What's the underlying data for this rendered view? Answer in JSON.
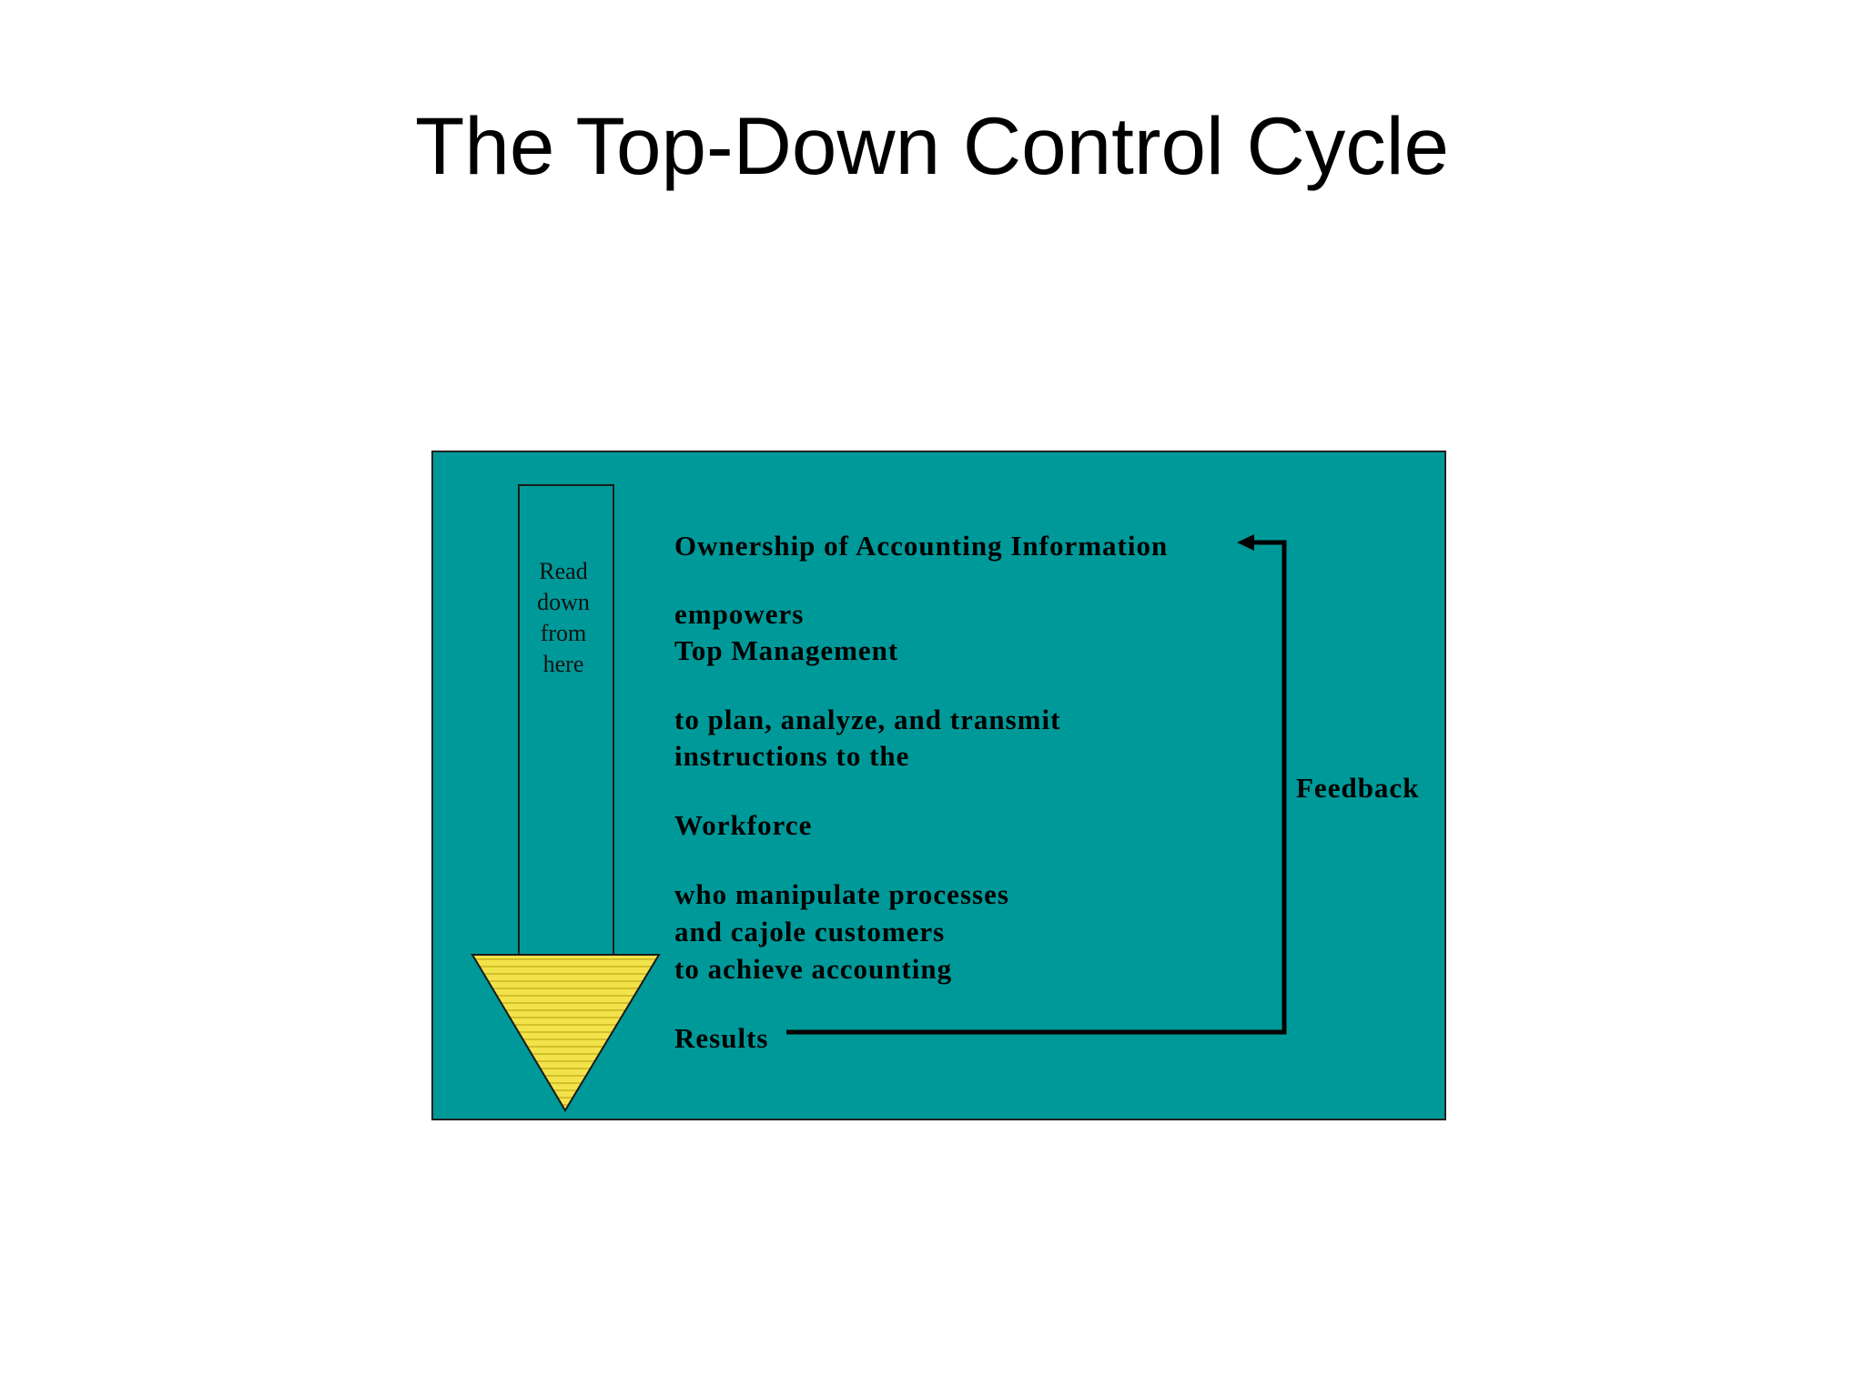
{
  "slide": {
    "title": "The Top-Down Control Cycle"
  },
  "diagram": {
    "arrow_label": {
      "line1": "Read",
      "line2": "down",
      "line3": "from",
      "line4": "here"
    },
    "steps": {
      "ownership": "Ownership of Accounting Information",
      "empowers": "empowers",
      "top_management": "Top Management",
      "plan_line1": "to plan, analyze, and transmit",
      "plan_line2": "instructions to the",
      "workforce": "Workforce",
      "manipulate_line1": "who manipulate processes",
      "manipulate_line2": "and cajole customers",
      "manipulate_line3": "to achieve accounting",
      "results": "Results"
    },
    "feedback_label": "Feedback",
    "colors": {
      "panel_background": "#009999",
      "arrow_head_fill": "#F2E34A",
      "arrow_head_stripe": "#C9B41E",
      "text": "#000000"
    }
  }
}
